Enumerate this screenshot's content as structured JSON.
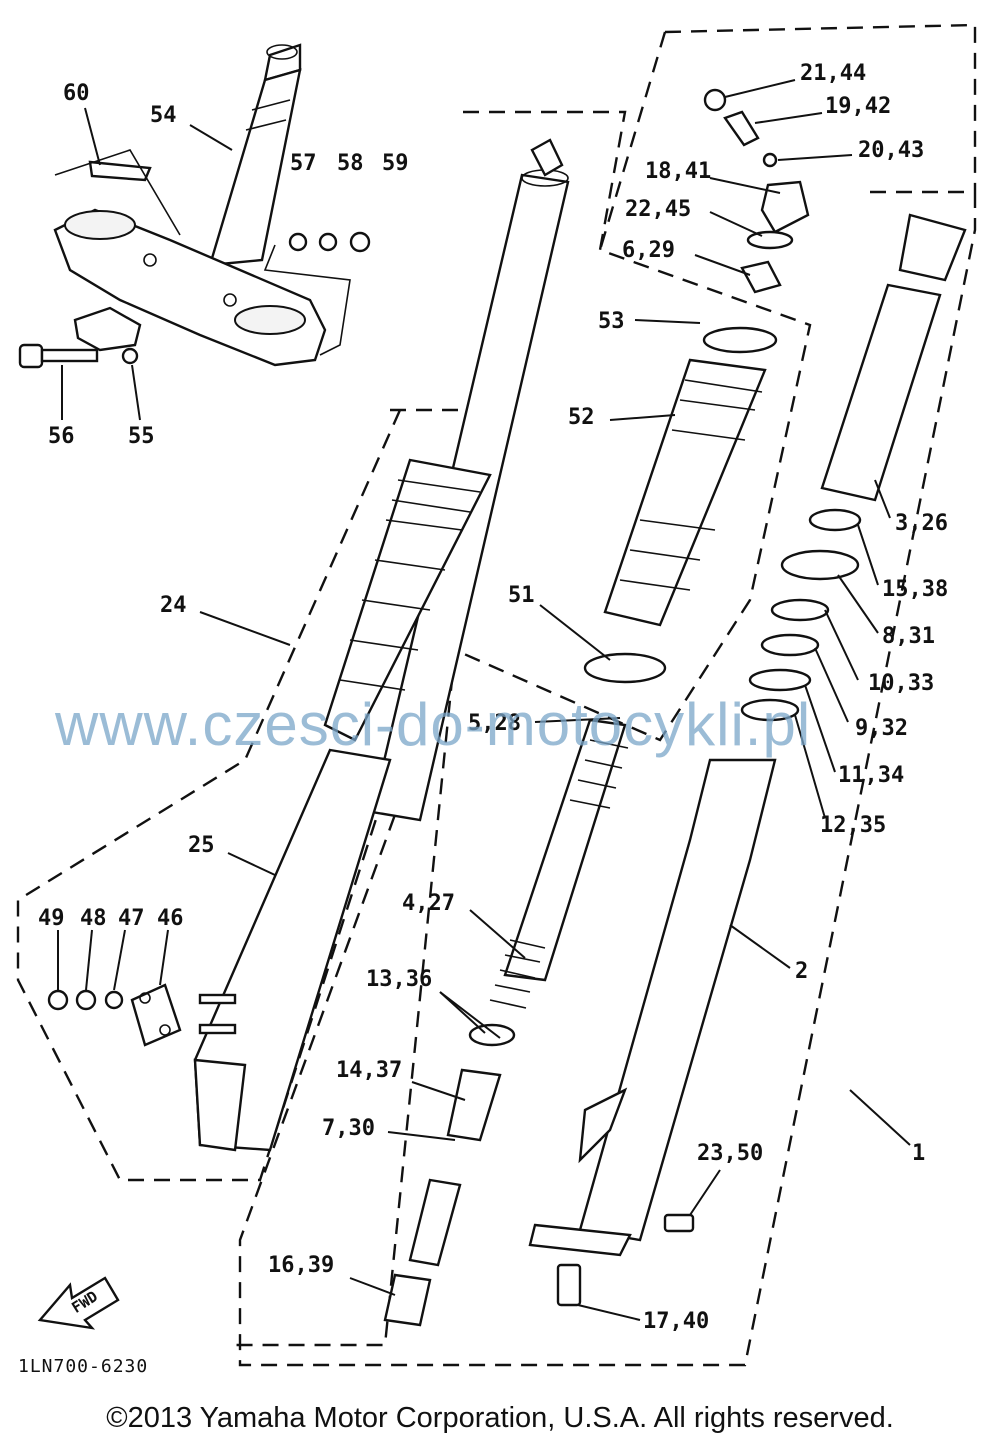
{
  "diagram": {
    "callouts": {
      "c60": "60",
      "c54": "54",
      "c57": "57",
      "c58": "58",
      "c59": "59",
      "c56": "56",
      "c55": "55",
      "c24": "24",
      "c25": "25",
      "c49": "49",
      "c48": "48",
      "c47": "47",
      "c46": "46",
      "c21_44": "21,44",
      "c19_42": "19,42",
      "c20_43": "20,43",
      "c18_41": "18,41",
      "c22_45": "22,45",
      "c6_29": "6,29",
      "c53": "53",
      "c52": "52",
      "c51": "51",
      "c5_28": "5,28",
      "c4_27": "4,27",
      "c13_36": "13,36",
      "c14_37": "14,37",
      "c7_30": "7,30",
      "c16_39": "16,39",
      "c17_40": "17,40",
      "c23_50": "23,50",
      "c2": "2",
      "c1": "1",
      "c3_26": "3,26",
      "c15_38": "15,38",
      "c8_31": "8,31",
      "c10_33": "10,33",
      "c9_32": "9,32",
      "c11_34": "11,34",
      "c12_35": "12,35"
    },
    "fwd_label": "FWD",
    "drawing_code": "1LN700-6230"
  },
  "watermark": "www.czesci-do-motocykli.pl",
  "copyright": "©2013 Yamaha Motor Corporation, U.S.A. All rights reserved."
}
